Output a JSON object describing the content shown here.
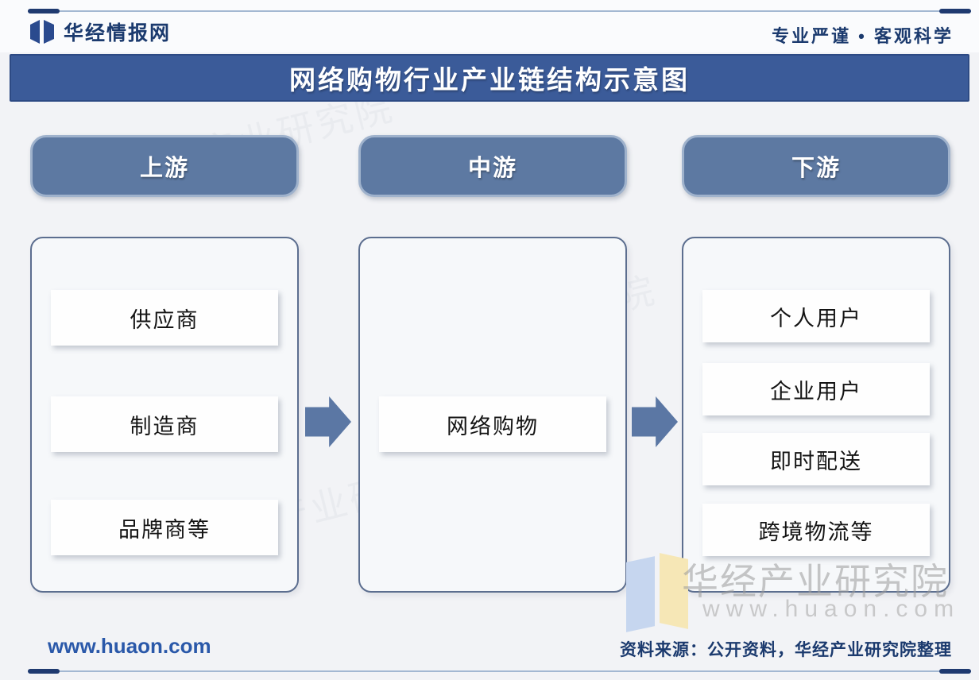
{
  "header": {
    "brand": "华经情报网",
    "slogan": "专业严谨 • 客观科学"
  },
  "title": "网络购物行业产业链结构示意图",
  "columns": [
    {
      "header": "上游",
      "items": [
        "供应商",
        "制造商",
        "品牌商等"
      ]
    },
    {
      "header": "中游",
      "items": [
        "网络购物"
      ]
    },
    {
      "header": "下游",
      "items": [
        "个人用户",
        "企业用户",
        "即时配送",
        "跨境物流等"
      ]
    }
  ],
  "footer": {
    "website": "www.huaon.com",
    "source": "资料来源：公开资料，华经产业研究院整理"
  },
  "watermark": {
    "name": "华经产业研究院",
    "site": "www.huaon.com"
  },
  "colors": {
    "title_bar": "#3b5b99",
    "pill": "#5d79a2",
    "arrow": "#5b77a4",
    "navy_text": "#1b3a6e",
    "link_blue": "#2a58a9",
    "container_border": "#5c6e8f"
  }
}
